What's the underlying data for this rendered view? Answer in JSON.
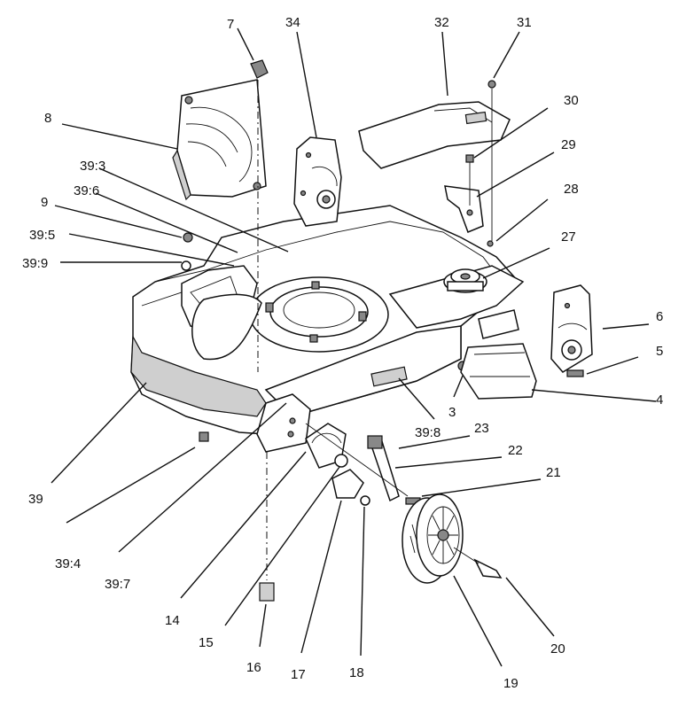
{
  "callouts": [
    {
      "id": "7",
      "text": "7"
    },
    {
      "id": "34",
      "text": "34"
    },
    {
      "id": "32",
      "text": "32"
    },
    {
      "id": "31",
      "text": "31"
    },
    {
      "id": "30",
      "text": "30"
    },
    {
      "id": "8",
      "text": "8"
    },
    {
      "id": "39_3",
      "text": "39:3"
    },
    {
      "id": "29",
      "text": "29"
    },
    {
      "id": "39_6",
      "text": "39:6"
    },
    {
      "id": "9",
      "text": "9"
    },
    {
      "id": "28",
      "text": "28"
    },
    {
      "id": "39_5",
      "text": "39:5"
    },
    {
      "id": "27",
      "text": "27"
    },
    {
      "id": "39_9",
      "text": "39:9"
    },
    {
      "id": "6",
      "text": "6"
    },
    {
      "id": "5",
      "text": "5"
    },
    {
      "id": "4",
      "text": "4"
    },
    {
      "id": "3",
      "text": "3"
    },
    {
      "id": "39_8",
      "text": "39:8"
    },
    {
      "id": "23",
      "text": "23"
    },
    {
      "id": "22",
      "text": "22"
    },
    {
      "id": "21",
      "text": "21"
    },
    {
      "id": "39",
      "text": "39"
    },
    {
      "id": "39_4",
      "text": "39:4"
    },
    {
      "id": "39_7",
      "text": "39:7"
    },
    {
      "id": "14",
      "text": "14"
    },
    {
      "id": "15",
      "text": "15"
    },
    {
      "id": "16",
      "text": "16"
    },
    {
      "id": "17",
      "text": "17"
    },
    {
      "id": "18",
      "text": "18"
    },
    {
      "id": "19",
      "text": "19"
    },
    {
      "id": "20",
      "text": "20"
    }
  ]
}
